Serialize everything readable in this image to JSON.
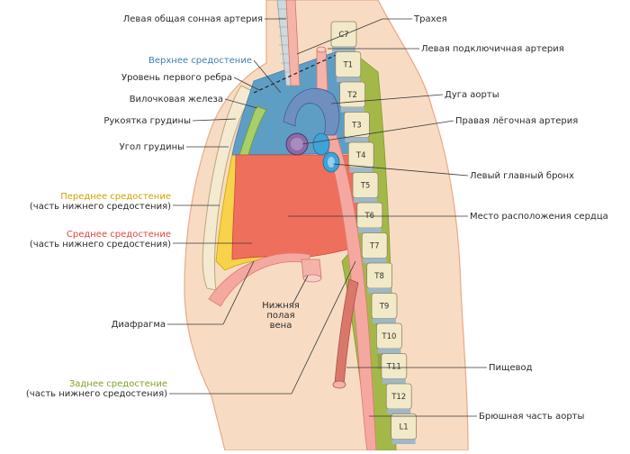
{
  "labels": {
    "left_carotid": "Левая общая сонная артерия",
    "superior_mediastinum": "Верхнее средостение",
    "first_rib_level": "Уровень первого ребра",
    "thymus": "Вилочковая железа",
    "manubrium": "Рукоятка грудины",
    "sternal_angle": "Угол грудины",
    "anterior_mediastinum": "Переднее средостение",
    "anterior_mediastinum_sub": "(часть нижнего средостения)",
    "middle_mediastinum": "Среднее средостение",
    "middle_mediastinum_sub": "(часть нижнего средостения)",
    "diaphragm": "Диафрагма",
    "ivc_line1": "Нижняя",
    "ivc_line2": "полая",
    "ivc_line3": "вена",
    "posterior_mediastinum": "Заднее средостение",
    "posterior_mediastinum_sub": "(часть нижнего средостения)",
    "trachea": "Трахея",
    "left_subclavian": "Левая подключичная артерия",
    "aortic_arch": "Дуга аорты",
    "right_pulmonary_artery": "Правая лёгочная артерия",
    "left_main_bronchus": "Левый главный бронх",
    "heart_location": "Место расположения сердца",
    "esophagus": "Пищевод",
    "abdominal_aorta": "Брюшная часть аорты"
  },
  "vertebrae": [
    "C7",
    "T1",
    "T2",
    "T3",
    "T4",
    "T5",
    "T6",
    "T7",
    "T8",
    "T9",
    "T10",
    "T11",
    "T12",
    "L1"
  ],
  "colors": {
    "skin": "#f7dcc3",
    "skin_outline": "#e8a98a",
    "superior": "#5f9ec4",
    "anterior": "#f7d24a",
    "middle": "#ef6f5d",
    "posterior": "#a4b84a",
    "vertebra": "#f1e9c8",
    "disc": "#9fb7c7"
  }
}
